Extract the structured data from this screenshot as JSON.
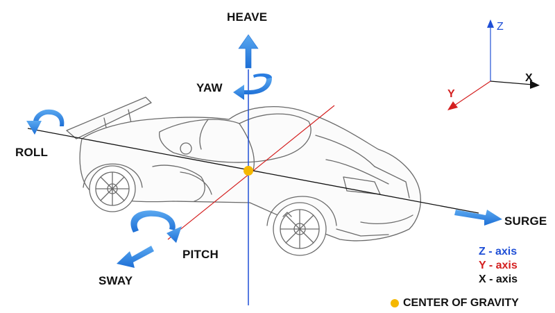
{
  "labels": {
    "heave": "HEAVE",
    "yaw": "YAW",
    "roll": "ROLL",
    "pitch": "PITCH",
    "sway": "SWAY",
    "surge": "SURGE"
  },
  "axes_triad": {
    "z": "Z",
    "y": "Y",
    "x": "X"
  },
  "legend": [
    {
      "key": "Z",
      "rest": " - axis",
      "color": "#1f4fd6"
    },
    {
      "key": "Y",
      "rest": " - axis",
      "color": "#d42020"
    },
    {
      "key": "X",
      "rest": " - axis",
      "color": "#111111"
    }
  ],
  "center_of_gravity": {
    "label": "CENTER OF GRAVITY",
    "color": "#f5b800"
  },
  "colors": {
    "z_axis": "#1f4fd6",
    "y_axis": "#d42020",
    "x_axis": "#111111",
    "arrow_blue": "#2a7de1",
    "car_outline": "#6a6a6a"
  },
  "icons": {
    "car": "sports-car-sketch"
  }
}
